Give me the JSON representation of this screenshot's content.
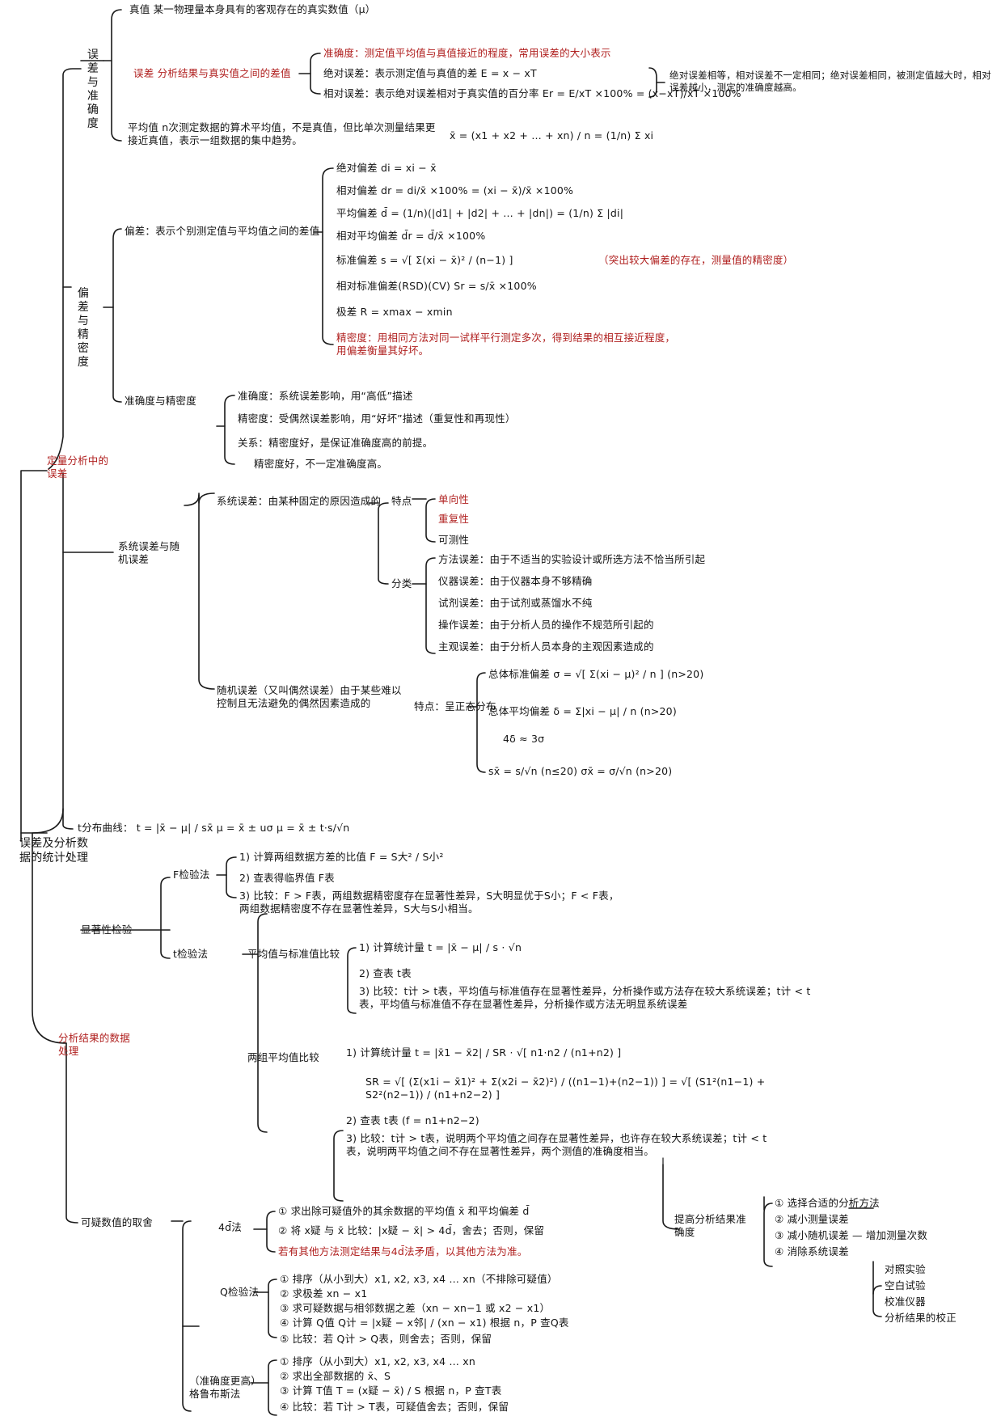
{
  "root": {
    "title": "误差及分析数据的统计处理"
  },
  "error_in_analysis": {
    "title": "定量分析中的误差",
    "accuracy": {
      "title": "误差与准确度",
      "true_value": "真值 某一物理量本身具有的客观存在的真实数值（μ）",
      "error_def": "误差 分析结果与真实值之间的差值",
      "accuracy_def": "准确度：测定值平均值与真值接近的程度，常用误差的大小表示",
      "absolute_error": "绝对误差：表示测定值与真值的差  E = x − xT",
      "relative_error": "相对误差：表示绝对误差相对于真实值的百分率  Er = E/xT ×100% = (x−xT)/xT ×100%",
      "note": "绝对误差相等，相对误差不一定相同；绝对误差相同，被测定值越大时，相对误差越小，测定的准确度越高。",
      "mean": "平均值 n次测定数据的算术平均值，不是真值，但比单次测量结果更接近真值，表示一组数据的集中趋势。",
      "mean_formula": "x̄ = (x1 + x2 + … + xn) / n = (1/n) Σ xi"
    },
    "precision": {
      "title": "偏差与精密度",
      "deviation_def": "偏差：表示个别测定值与平均值之间的差值",
      "items": [
        "绝对偏差  di = xi − x̄",
        "相对偏差  dr = di/x̄ ×100% = (xi − x̄)/x̄ ×100%",
        "平均偏差  d̄ = (1/n)(|d1| + |d2| + … + |dn|) = (1/n) Σ |di|",
        "相对平均偏差  d̄r = d̄/x̄ ×100%",
        "标准偏差  s = √[ Σ(xi − x̄)² / (n−1) ]",
        "相对标准偏差(RSD)(CV)  Sr = s/x̄ ×100%",
        "极差  R = xmax − xmin"
      ],
      "sd_note": "（突出较大偏差的存在，测量值的精密度）",
      "precision_def": "精密度：用相同方法对同一试样平行测定多次，得到结果的相互接近程度，用偏差衡量其好坏。",
      "rel_title": "准确度与精密度",
      "rel_items": [
        "准确度：系统误差影响，用“高低”描述",
        "精密度：受偶然误差影响，用“好坏”描述（重复性和再现性）",
        "关系：精密度好，是保证准确度高的前提。",
        "精密度好，不一定准确度高。"
      ]
    },
    "error_types": {
      "title": "系统误差与随机误差",
      "systematic": "系统误差：由某种固定的原因造成的",
      "features_label": "特点",
      "features": [
        "单向性",
        "重复性",
        "可测性"
      ],
      "class_label": "分类",
      "classes": [
        "方法误差：由于不适当的实验设计或所选方法不恰当所引起",
        "仪器误差：由于仪器本身不够精确",
        "试剂误差：由于试剂或蒸馏水不纯",
        "操作误差：由于分析人员的操作不规范所引起的",
        "主观误差：由于分析人员本身的主观因素造成的"
      ],
      "random": "随机误差（又叫偶然误差）由于某些难以控制且无法避免的偶然因素造成的",
      "random_feature": "特点：呈正态分布",
      "random_items": [
        "总体标准偏差  σ = √[ Σ(xi − μ)² / n ]  (n>20)",
        "总体平均偏差  δ = Σ|xi − μ| / n  (n>20)",
        "4δ ≈ 3σ",
        "sx̄ = s/√n  (n≤20)      σx̄ = σ/√n  (n>20)"
      ]
    },
    "t_distribution": "t分布曲线：  t = |x̄ − μ| / sx̄      μ = x̄ ± uσ      μ = x̄ ± t·s/√n"
  },
  "data_processing": {
    "title": "分析结果的数据处理",
    "significance": {
      "title": "显著性检验",
      "f_test": "F检验法",
      "f_items": [
        "1) 计算两组数据方差的比值  F = S大² / S小²",
        "2) 查表得临界值 F表",
        "3) 比较：F > F表，两组数据精密度存在显著性差异，S大明显优于S小；F < F表，两组数据精密度不存在显著性差异，S大与S小相当。"
      ],
      "t_test": "t检验法",
      "t_mean_standard": "平均值与标准值比较",
      "t_ms_items": [
        "1) 计算统计量 t = |x̄ − μ| / s · √n",
        "2) 查表 t表",
        "3) 比较：t计 > t表，平均值与标准值存在显著性差异，分析操作或方法存在较大系统误差；t计 < t表，平均值与标准值不存在显著性差异，分析操作或方法无明显系统误差"
      ],
      "t_two_means": "两组平均值比较",
      "t_tm_items": [
        "1) 计算统计量 t = |x̄1 − x̄2| / SR · √[ n1·n2 / (n1+n2) ]",
        "SR = √[ (Σ(x1i − x̄1)² + Σ(x2i − x̄2)²) / ((n1−1)+(n2−1)) ] = √[ (S1²(n1−1) + S2²(n2−1)) / (n1+n2−2) ]",
        "2) 查表 t表 (f = n1+n2−2)",
        "3) 比较：t计 > t表，说明两个平均值之间存在显著性差异，也许存在较大系统误差；t计 < t表，说明两平均值之间不存在显著性差异，两个测值的准确度相当。"
      ],
      "improve_title": "提高分析结果准确度",
      "improve_items": [
        "① 选择合适的分析方法",
        "② 减小测量误差",
        "③ 减小随机误差 — 增加测量次数",
        "④ 消除系统误差"
      ],
      "remove_items": [
        "对照实验",
        "空白试验",
        "校准仪器",
        "分析结果的校正"
      ]
    },
    "outliers": {
      "title": "可疑数值的取舍",
      "four_d": "4d̄法",
      "four_d_items": [
        "① 求出除可疑值外的其余数据的平均值 x̄ 和平均偏差 d̄",
        "② 将 x疑 与 x̄ 比较：|x疑 − x̄| > 4d̄，舍去；否则，保留",
        "若有其他方法测定结果与4d̄法矛盾，以其他方法为准。"
      ],
      "q_test": "Q检验法",
      "q_items": [
        "① 排序（从小到大）x1, x2, x3, x4 … xn（不排除可疑值）",
        "② 求极差 xn − x1",
        "③ 求可疑数据与相邻数据之差（xn − xn−1 或 x2 − x1）",
        "④ 计算 Q值  Q计 = |x疑 − x邻| / (xn − x1)  根据 n，P 查Q表",
        "⑤ 比较：若 Q计 > Q表，则舍去；否则，保留"
      ],
      "grubbs": "（准确度更高）格鲁布斯法",
      "grubbs_items": [
        "① 排序（从小到大）x1, x2, x3, x4 … xn",
        "② 求出全部数据的 x̄、S",
        "③ 计算 T值  T = (x疑 − x̄) / S  根据 n，P 查T表",
        "④ 比较：若 T计 > T表，可疑值舍去；否则，保留"
      ]
    }
  }
}
